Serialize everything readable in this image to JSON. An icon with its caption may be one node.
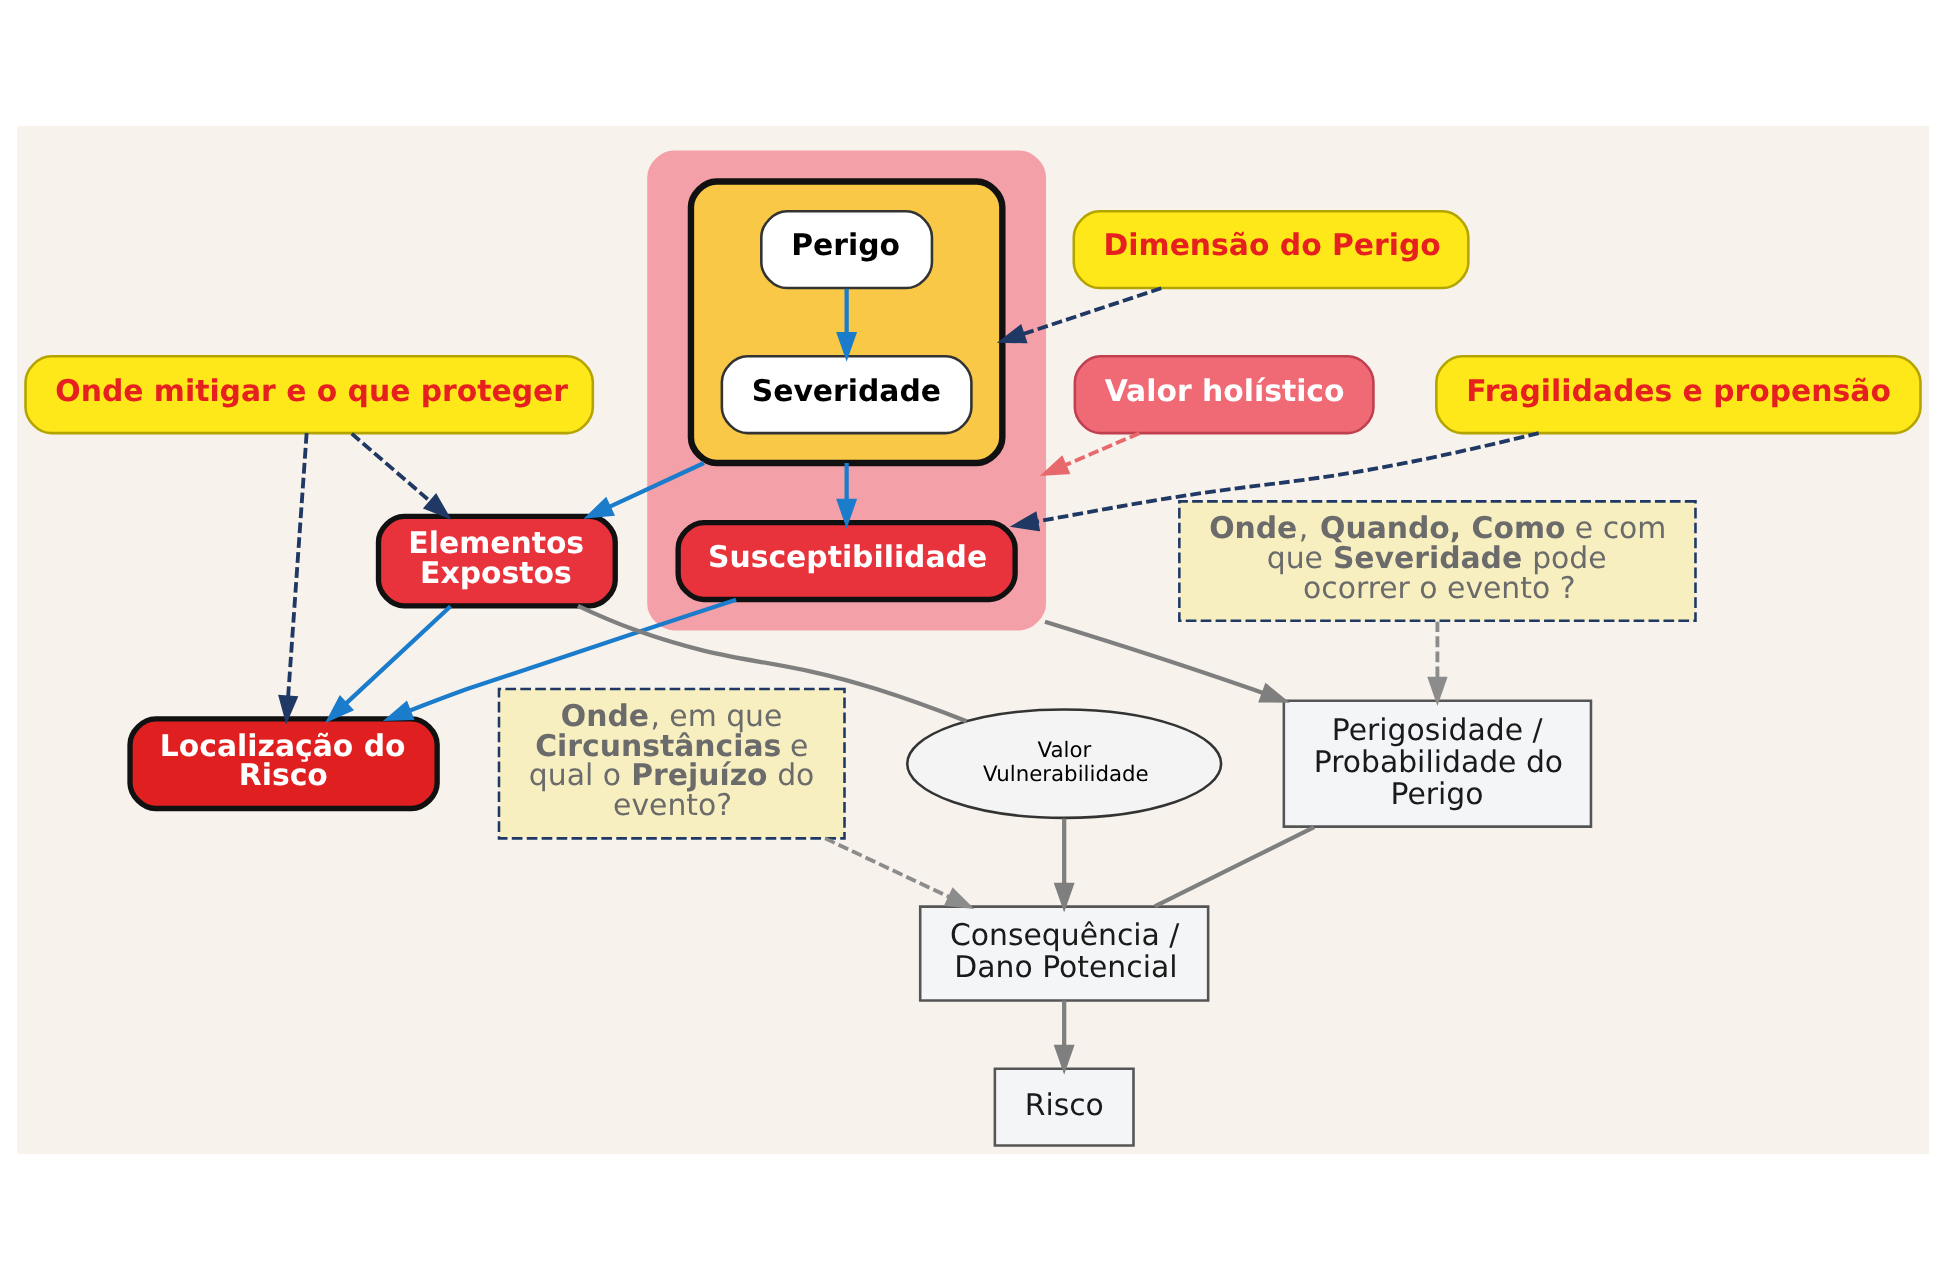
{
  "diagram": {
    "nodes": [
      {
        "text": [],
        "shape": "box"
      },
      {
        "text": [],
        "shape": "box",
        "in": 0
      },
      {
        "text": [
          "Perigo"
        ],
        "in": 1
      },
      {
        "text": [
          "Severidade"
        ],
        "in": 1
      },
      {
        "text": [
          "Susceptibilidade"
        ],
        "in": 0
      },
      {
        "text": [
          "Elementos Expostos"
        ]
      },
      {
        "text": [
          "Localização do Risco"
        ]
      },
      {
        "text": [
          "Valor",
          "Vulnerabilidade"
        ]
      },
      {
        "text": [
          "Perigosidade / Probabilidade do Perigo"
        ]
      },
      {
        "text": [
          "Consequência / Dano Potencial"
        ]
      },
      {
        "text": [
          "Risco"
        ]
      },
      {
        "text": [
          "Dimensão do Perigo"
        ]
      },
      {
        "text": [
          "Valor holístico"
        ]
      },
      {
        "text": [
          "Fragilidades e propensão"
        ]
      },
      {
        "text": [
          "Onde mitigar e o que proteger"
        ]
      },
      {
        "text": [
          "**Onde**, **Quando, Como** e com que **Severidade** pode ocorrer o evento ?"
        ]
      },
      {
        "text": [
          "**Onde**, em que **Circunstâncias** e qual o **Prejuízo** do evento?"
        ]
      }
    ],
    "edges": [
      {
        "from": 2,
        "to": 3,
        "arrow": "to"
      },
      {
        "from": 1,
        "to": 4,
        "arrow": "to"
      },
      {
        "from": 1,
        "to": 5,
        "arrow": "to"
      },
      {
        "from": 4,
        "to": 6,
        "arrow": "to"
      },
      {
        "from": 5,
        "to": 6,
        "arrow": "to"
      },
      {
        "from": 0,
        "to": 8,
        "arrow": "to",
        "color": "#7f7f7f"
      },
      {
        "from": 8,
        "to": 9,
        "arrow": "none",
        "color": "#7f7f7f"
      },
      {
        "from": 5,
        "to": 7,
        "arrow": "none",
        "color": "#7f7f7f"
      },
      {
        "from": 7,
        "to": 9,
        "arrow": "to",
        "color": "#7f7f7f"
      },
      {
        "from": 9,
        "to": 10,
        "arrow": "to",
        "color": "#7f7f7f"
      },
      {
        "from": 11,
        "to": 1,
        "arrow": "to",
        "style": "dashed",
        "color": "#1f3864"
      },
      {
        "from": 12,
        "to": 0,
        "arrow": "to",
        "style": "dashed",
        "color": "#e8696b"
      },
      {
        "from": 13,
        "to": 4,
        "arrow": "to",
        "style": "dashed",
        "color": "#1f3864"
      },
      {
        "from": 14,
        "to": 5,
        "arrow": "to",
        "style": "dashed",
        "color": "#1f3864"
      },
      {
        "from": 14,
        "to": 6,
        "arrow": "to",
        "style": "dashed",
        "color": "#1f3864"
      },
      {
        "from": 15,
        "to": 8,
        "arrow": "to",
        "style": "dashed",
        "color": "#8c8c8c"
      },
      {
        "from": 16,
        "to": 9,
        "arrow": "to",
        "style": "dashed",
        "color": "#8c8c8c"
      }
    ]
  }
}
